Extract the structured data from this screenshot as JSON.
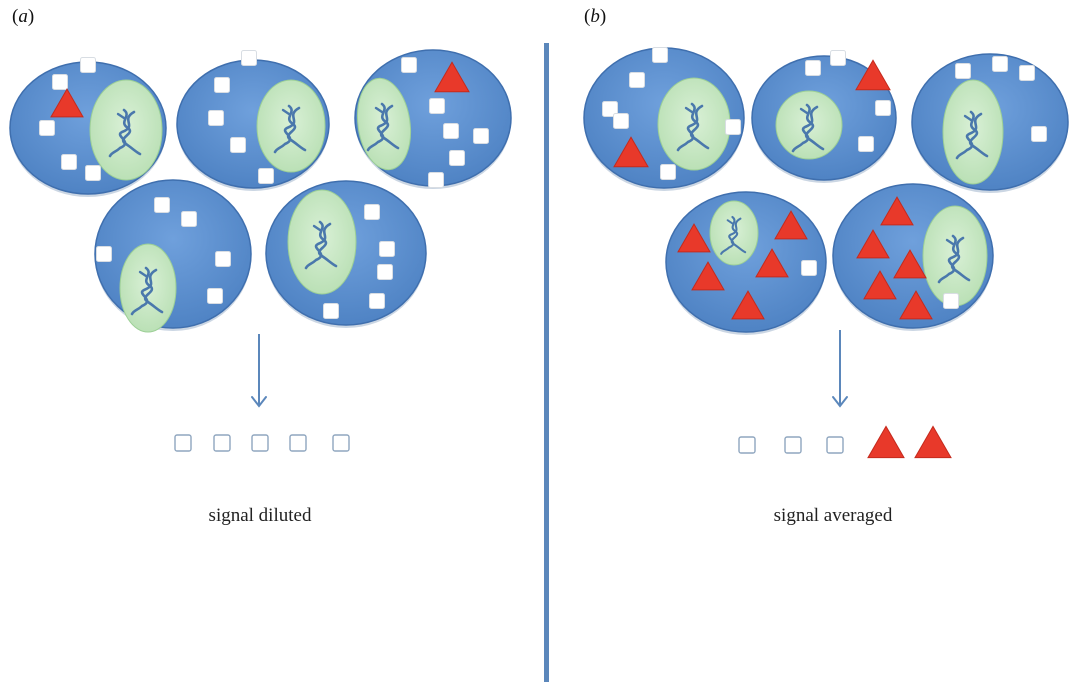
{
  "panels": [
    {
      "id": "a",
      "label_prefix": "(",
      "label_letter": "a",
      "label_suffix": ")",
      "caption": "signal diluted",
      "result_markers": [
        "square",
        "square",
        "square",
        "square",
        "square"
      ]
    },
    {
      "id": "b",
      "label_prefix": "(",
      "label_letter": "b",
      "label_suffix": ")",
      "caption": "signal averaged",
      "result_markers": [
        "square",
        "square",
        "square",
        "triangle",
        "triangle"
      ]
    }
  ],
  "colors": {
    "cell_fill": "#5b8fd0",
    "cell_edge": "#3f6fae",
    "nucleus_fill": "#c7e8c4",
    "dna": "#4a78ac",
    "triangle": "#e8392a",
    "square_fill": "#ffffff",
    "arrow": "#5b87bb",
    "divider": "#5b87bb"
  }
}
